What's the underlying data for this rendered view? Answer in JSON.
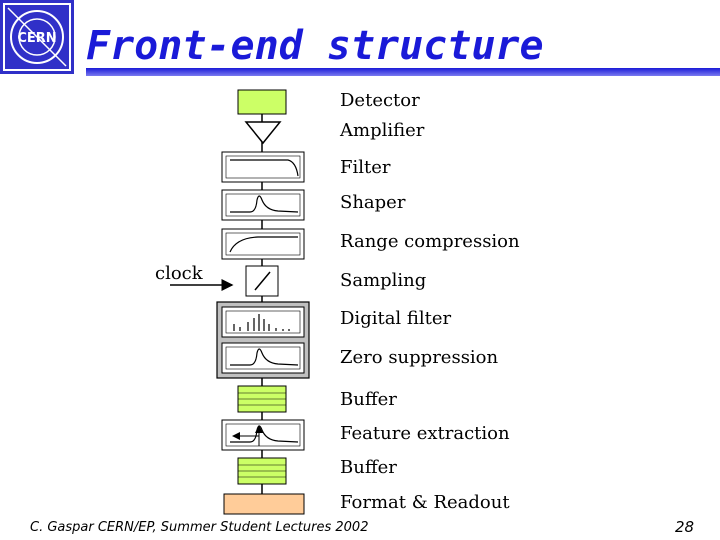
{
  "header": {
    "title": "Front-end structure",
    "logo_text": "CERN"
  },
  "diagram": {
    "clock_label": "clock",
    "stages": [
      {
        "label": "Detector"
      },
      {
        "label": "Amplifier"
      },
      {
        "label": "Filter"
      },
      {
        "label": "Shaper"
      },
      {
        "label": "Range compression"
      },
      {
        "label": "Sampling"
      },
      {
        "label": "Digital filter"
      },
      {
        "label": "Zero suppression"
      },
      {
        "label": "Buffer"
      },
      {
        "label": "Feature extraction"
      },
      {
        "label": "Buffer"
      },
      {
        "label": "Format & Readout"
      }
    ]
  },
  "footer": {
    "credit": "C. Gaspar CERN/EP, Summer Student Lectures 2002",
    "page_number": "28"
  },
  "colors": {
    "title": "#1a1ad8",
    "detector": "#ccff66",
    "buffer": "#ccff66",
    "readout": "#ffcc99",
    "digital_group": "#c0c0c0"
  }
}
